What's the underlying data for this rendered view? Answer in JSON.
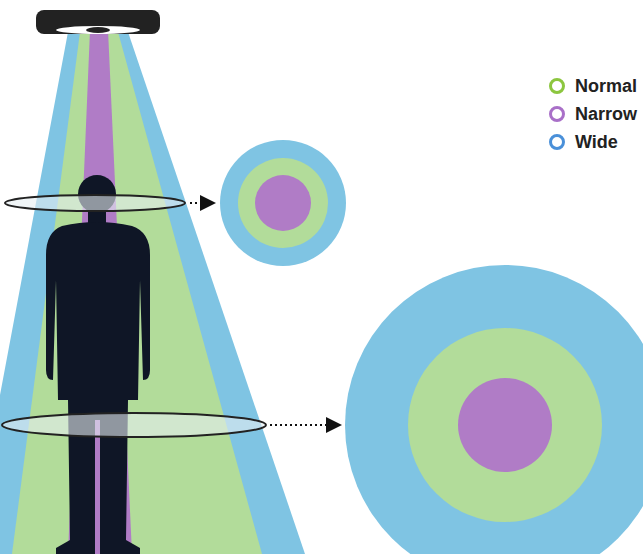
{
  "diagram": {
    "legend": [
      {
        "text": "Normal",
        "color": "#8cc63f"
      },
      {
        "text": "Narrow",
        "color": "#a970c8"
      },
      {
        "text": "Wide",
        "color": "#4a90d9"
      }
    ]
  }
}
